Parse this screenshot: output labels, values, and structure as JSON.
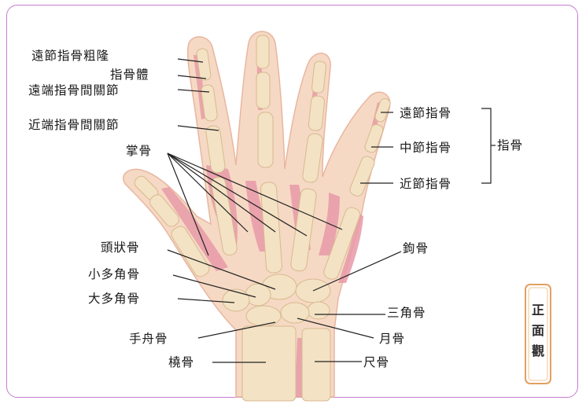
{
  "labels": {
    "distal_tuberosity": "遠節指骨粗隆",
    "phalanx_body": "指骨體",
    "dip_joint": "遠端指骨間關節",
    "pip_joint": "近端指骨間關節",
    "metacarpals": "掌骨",
    "capitate": "頭狀骨",
    "trapezoid": "小多角骨",
    "trapezium": "大多角骨",
    "scaphoid": "手舟骨",
    "radius": "橈骨",
    "distal_phalanx": "遠節指骨",
    "middle_phalanx": "中節指骨",
    "proximal_phalanx": "近節指骨",
    "phalanges_group": "指骨",
    "hamate": "鉤骨",
    "triquetrum": "三角骨",
    "lunate": "月骨",
    "ulna": "尺骨"
  },
  "view_badge": "正面觀",
  "colors": {
    "frame": "#c77bd0",
    "skin": "#f6d9c4",
    "bone": "#f3e2c4",
    "muscle": "#e89aa8",
    "badge_border": "#e3a060"
  }
}
